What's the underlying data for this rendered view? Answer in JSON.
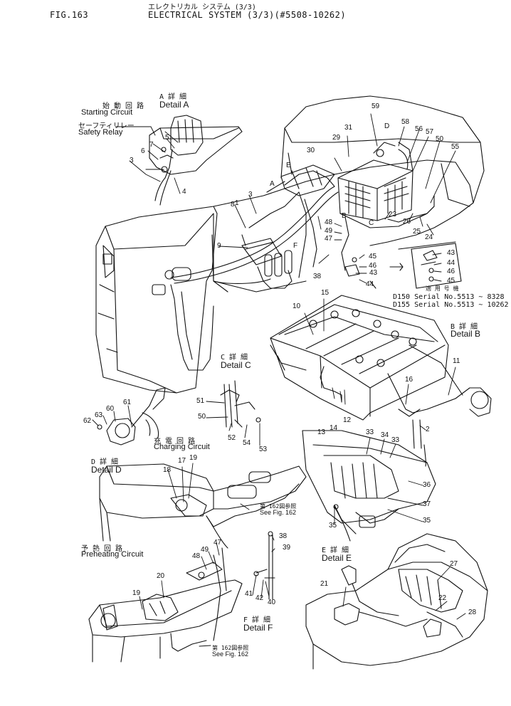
{
  "header": {
    "fig": "FIG.163",
    "title_jp": "エレクトリカル システム (3/3)",
    "title": "ELECTRICAL SYSTEM (3/3)(#5508-10262)"
  },
  "details": {
    "starting_jp": "始 動 回 路",
    "starting": "Starting Circuit",
    "safety_relay_jp": "セーフティリレー",
    "safety_relay": "Safety Relay",
    "a_jp": "A 詳 細",
    "a": "Detail A",
    "b_jp": "B 詳 細",
    "b": "Detail B",
    "c_jp": "C 詳 細",
    "c": "Detail C",
    "charging_jp": "充 電 回 路",
    "charging": "Charging Circuit",
    "d_jp": "D 詳 細",
    "d": "Detail D",
    "preheating_jp": "予 熱 回 路",
    "preheating": "Preheating Circuit",
    "e_jp": "E 詳 細",
    "e": "Detail E",
    "f_jp": "F 詳 細",
    "f": "Detail F",
    "see162_jp": "第 162図参照",
    "see162": "See Fig. 162",
    "see162b_jp": "第 162図参照",
    "see162b": "See Fig. 162"
  },
  "serials": {
    "heading_jp": "適 用 号 機",
    "d150": "D150 Serial  No.5513 ~ 8328",
    "d155": "D155 Serial  No.5513 ~ 10262"
  },
  "part_numbers": [
    "1",
    "2",
    "3",
    "3",
    "4",
    "5",
    "6",
    "7",
    "8",
    "9",
    "10",
    "11",
    "12",
    "13",
    "14",
    "15",
    "16",
    "17",
    "18",
    "19",
    "19",
    "20",
    "21",
    "22",
    "23",
    "24",
    "25",
    "26",
    "27",
    "28",
    "29",
    "30",
    "31",
    "33",
    "33",
    "34",
    "35",
    "35",
    "36",
    "37",
    "38",
    "38",
    "39",
    "40",
    "41",
    "42",
    "43",
    "43",
    "44",
    "44",
    "45",
    "45",
    "46",
    "46",
    "47",
    "47",
    "48",
    "48",
    "49",
    "49",
    "50",
    "50",
    "51",
    "52",
    "53",
    "54",
    "55",
    "56",
    "57",
    "58",
    "59",
    "60",
    "61",
    "62",
    "63"
  ],
  "callout_letters": [
    "A",
    "B",
    "C",
    "D",
    "E",
    "F"
  ]
}
